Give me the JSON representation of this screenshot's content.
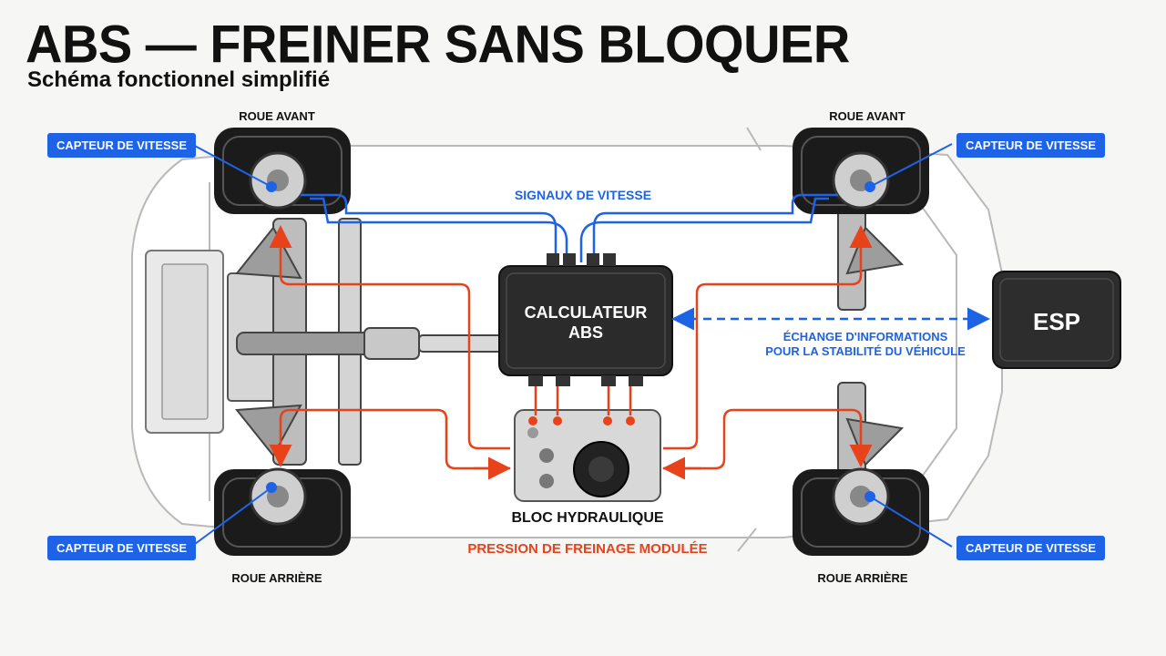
{
  "header": {
    "title": "ABS — FREINER SANS BLOQUER",
    "subtitle": "Schéma fonctionnel simplifié"
  },
  "wheels": {
    "front_left": "ROUE AVANT",
    "front_right": "ROUE AVANT",
    "rear_left": "ROUE ARRIÈRE",
    "rear_right": "ROUE ARRIÈRE"
  },
  "sensors": {
    "front_left": "CAPTEUR DE VITESSE",
    "front_right": "CAPTEUR DE VITESSE",
    "rear_left": "CAPTEUR DE VITESSE",
    "rear_right": "CAPTEUR DE VITESSE"
  },
  "signals_label": "SIGNAUX DE VITESSE",
  "ecu": {
    "line1": "CALCULATEUR",
    "line2": "ABS"
  },
  "esp": {
    "label": "ESP",
    "exchange_line1": "ÉCHANGE D'INFORMATIONS",
    "exchange_line2": "POUR LA STABILITÉ DU VÉHICULE"
  },
  "hydraulic": {
    "label": "BLOC HYDRAULIQUE",
    "pressure": "PRESSION DE FREINAGE MODULÉE"
  },
  "colors": {
    "signal_blue": "#1e63e6",
    "brake_red": "#e8421a",
    "ecu_dark": "#2b2b2b",
    "background": "#f6f6f4"
  }
}
